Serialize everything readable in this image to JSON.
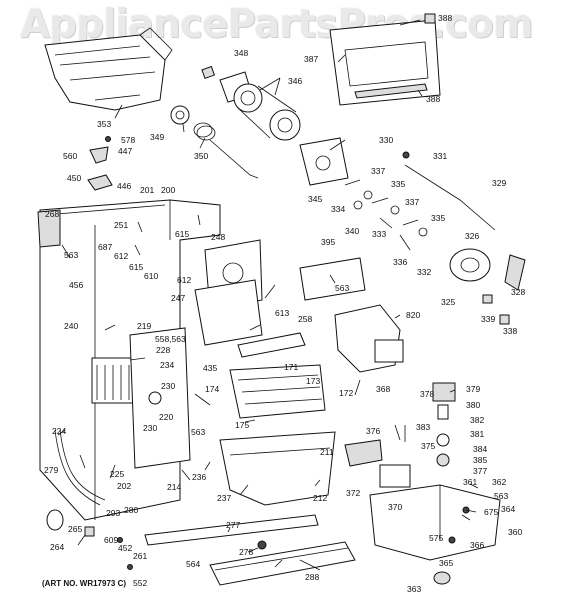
{
  "watermark": "AppliancePartsPros.com",
  "art_number": "(ART NO. WR17973 C)",
  "callouts": [
    {
      "id": "c348",
      "text": "348"
    },
    {
      "id": "c346",
      "text": "346"
    },
    {
      "id": "c387",
      "text": "387"
    },
    {
      "id": "c388a",
      "text": "388"
    },
    {
      "id": "c388b",
      "text": "388"
    },
    {
      "id": "c353",
      "text": "353"
    },
    {
      "id": "c578",
      "text": "578"
    },
    {
      "id": "c447",
      "text": "447"
    },
    {
      "id": "c560",
      "text": "560"
    },
    {
      "id": "c349",
      "text": "349"
    },
    {
      "id": "c350",
      "text": "350"
    },
    {
      "id": "c330",
      "text": "330"
    },
    {
      "id": "c331",
      "text": "331"
    },
    {
      "id": "c337a",
      "text": "337"
    },
    {
      "id": "c335a",
      "text": "335"
    },
    {
      "id": "c329",
      "text": "329"
    },
    {
      "id": "c345",
      "text": "345"
    },
    {
      "id": "c334",
      "text": "334"
    },
    {
      "id": "c337b",
      "text": "337"
    },
    {
      "id": "c335b",
      "text": "335"
    },
    {
      "id": "c340",
      "text": "340"
    },
    {
      "id": "c333",
      "text": "333"
    },
    {
      "id": "c326",
      "text": "326"
    },
    {
      "id": "c450",
      "text": "450"
    },
    {
      "id": "c446",
      "text": "446"
    },
    {
      "id": "c201",
      "text": "201"
    },
    {
      "id": "c200",
      "text": "200"
    },
    {
      "id": "c268",
      "text": "268"
    },
    {
      "id": "c251",
      "text": "251"
    },
    {
      "id": "c687",
      "text": "687"
    },
    {
      "id": "c563a",
      "text": "563"
    },
    {
      "id": "c612a",
      "text": "612"
    },
    {
      "id": "c615a",
      "text": "615"
    },
    {
      "id": "c615b",
      "text": "615"
    },
    {
      "id": "c248",
      "text": "248"
    },
    {
      "id": "c395",
      "text": "395"
    },
    {
      "id": "c336",
      "text": "336"
    },
    {
      "id": "c332",
      "text": "332"
    },
    {
      "id": "c610",
      "text": "610"
    },
    {
      "id": "c612b",
      "text": "612"
    },
    {
      "id": "c563b",
      "text": "563"
    },
    {
      "id": "c325",
      "text": "325"
    },
    {
      "id": "c328",
      "text": "328"
    },
    {
      "id": "c456",
      "text": "456"
    },
    {
      "id": "c247",
      "text": "247"
    },
    {
      "id": "c613",
      "text": "613"
    },
    {
      "id": "c339",
      "text": "339"
    },
    {
      "id": "c338",
      "text": "338"
    },
    {
      "id": "c240",
      "text": "240"
    },
    {
      "id": "c219",
      "text": "219"
    },
    {
      "id": "c258",
      "text": "258"
    },
    {
      "id": "c820",
      "text": "820"
    },
    {
      "id": "c558",
      "text": "558,563"
    },
    {
      "id": "c228",
      "text": "228"
    },
    {
      "id": "c234",
      "text": "234"
    },
    {
      "id": "c435",
      "text": "435"
    },
    {
      "id": "c171",
      "text": "171"
    },
    {
      "id": "c173",
      "text": "173"
    },
    {
      "id": "c368",
      "text": "368"
    },
    {
      "id": "c230a",
      "text": "230"
    },
    {
      "id": "c174",
      "text": "174"
    },
    {
      "id": "c172",
      "text": "172"
    },
    {
      "id": "c378",
      "text": "378"
    },
    {
      "id": "c379",
      "text": "379"
    },
    {
      "id": "c220",
      "text": "220"
    },
    {
      "id": "c380",
      "text": "380"
    },
    {
      "id": "c230b",
      "text": "230"
    },
    {
      "id": "c563c",
      "text": "563"
    },
    {
      "id": "c175",
      "text": "175"
    },
    {
      "id": "c376",
      "text": "376"
    },
    {
      "id": "c382",
      "text": "382"
    },
    {
      "id": "c224",
      "text": "224"
    },
    {
      "id": "c383",
      "text": "383"
    },
    {
      "id": "c381",
      "text": "381"
    },
    {
      "id": "c384",
      "text": "384"
    },
    {
      "id": "c375",
      "text": "375"
    },
    {
      "id": "c385",
      "text": "385"
    },
    {
      "id": "c211",
      "text": "211"
    },
    {
      "id": "c279",
      "text": "279"
    },
    {
      "id": "c225",
      "text": "225"
    },
    {
      "id": "c214",
      "text": "214"
    },
    {
      "id": "c236",
      "text": "236"
    },
    {
      "id": "c377",
      "text": "377"
    },
    {
      "id": "c361",
      "text": "361"
    },
    {
      "id": "c362",
      "text": "362"
    },
    {
      "id": "c372",
      "text": "372"
    },
    {
      "id": "c563d",
      "text": "563"
    },
    {
      "id": "c202",
      "text": "202"
    },
    {
      "id": "c237",
      "text": "237"
    },
    {
      "id": "c212",
      "text": "212"
    },
    {
      "id": "c370",
      "text": "370"
    },
    {
      "id": "c675",
      "text": "675"
    },
    {
      "id": "c364",
      "text": "364"
    },
    {
      "id": "c293",
      "text": "293"
    },
    {
      "id": "c280",
      "text": "280"
    },
    {
      "id": "c265",
      "text": "265"
    },
    {
      "id": "c277",
      "text": "277"
    },
    {
      "id": "c360",
      "text": "360"
    },
    {
      "id": "c609",
      "text": "609"
    },
    {
      "id": "c264",
      "text": "264"
    },
    {
      "id": "c452",
      "text": "452"
    },
    {
      "id": "c261",
      "text": "261"
    },
    {
      "id": "c278",
      "text": "278"
    },
    {
      "id": "c575",
      "text": "575"
    },
    {
      "id": "c366",
      "text": "366"
    },
    {
      "id": "c564",
      "text": "564"
    },
    {
      "id": "c365",
      "text": "365"
    },
    {
      "id": "c552",
      "text": "552"
    },
    {
      "id": "c288",
      "text": "288"
    },
    {
      "id": "c363",
      "text": "363"
    }
  ]
}
